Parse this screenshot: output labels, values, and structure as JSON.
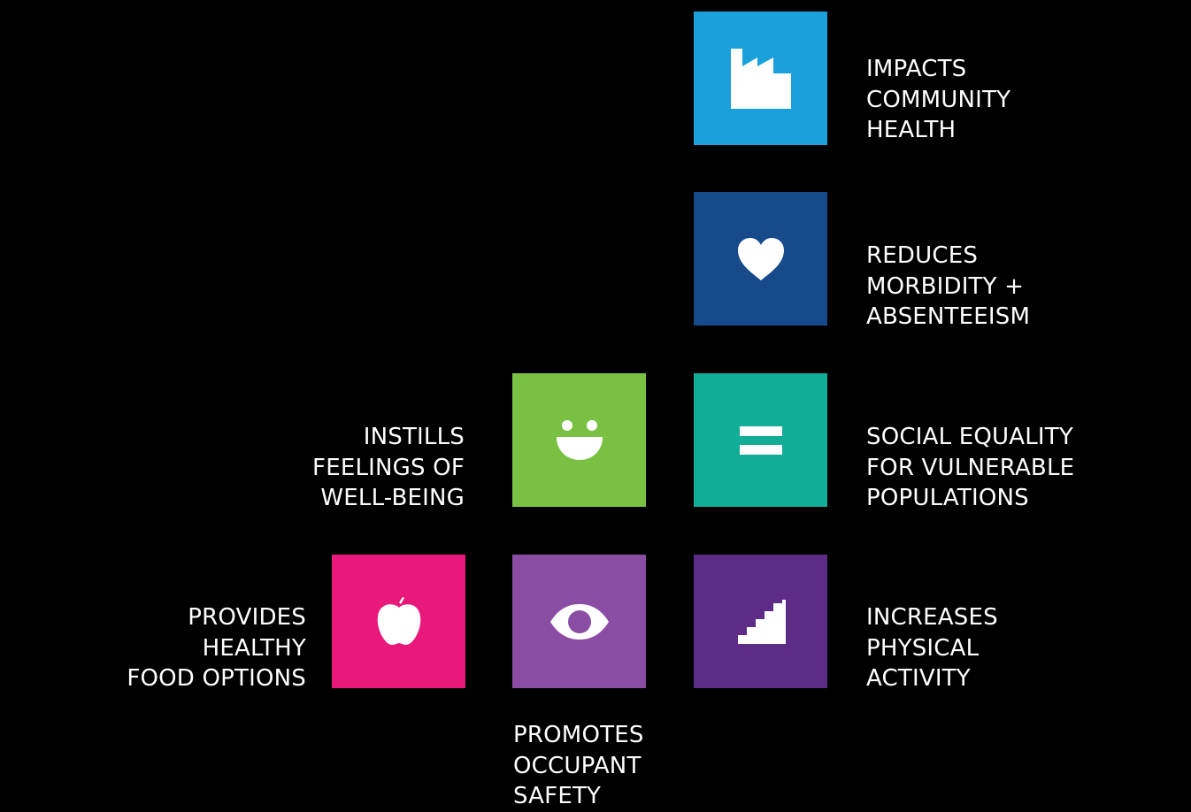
{
  "items": {
    "community": {
      "color": "#1aa1dc",
      "icon": "factory-icon",
      "lines": [
        "IMPACTS",
        "COMMUNITY",
        "HEALTH"
      ]
    },
    "morbidity": {
      "color": "#164a8b",
      "icon": "heart-icon",
      "lines": [
        "REDUCES",
        "MORBIDITY +",
        "ABSENTEEISM"
      ]
    },
    "wellbeing": {
      "color": "#7ac143",
      "icon": "smiley-icon",
      "lines": [
        "INSTILLS",
        "FEELINGS OF",
        "WELL-BEING"
      ]
    },
    "equality": {
      "color": "#11ad97",
      "icon": "equals-icon",
      "lines": [
        "SOCIAL EQUALITY",
        "FOR VULNERABLE",
        "POPULATIONS"
      ]
    },
    "food": {
      "color": "#e8197a",
      "icon": "apple-icon",
      "lines": [
        "PROVIDES",
        "HEALTHY",
        "FOOD OPTIONS"
      ]
    },
    "safety": {
      "color": "#8b4da4",
      "icon": "eye-icon",
      "lines": [
        "PROMOTES",
        "OCCUPANT",
        "SAFETY"
      ]
    },
    "activity": {
      "color": "#5c2c87",
      "icon": "stairs-icon",
      "lines": [
        "INCREASES",
        "PHYSICAL",
        "ACTIVITY"
      ]
    }
  }
}
